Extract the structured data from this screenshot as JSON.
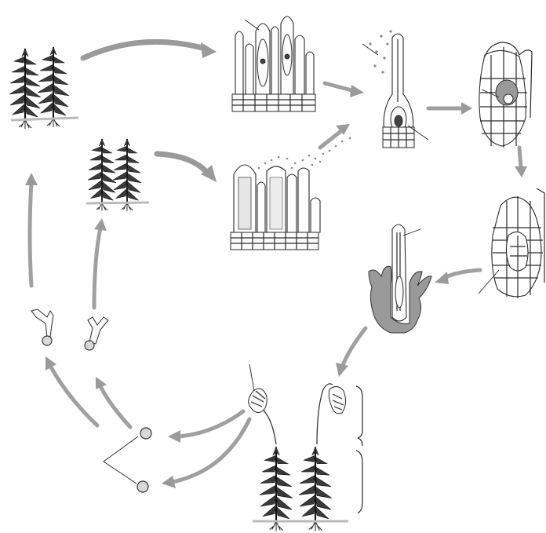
{
  "diagram": {
    "title": "",
    "labels": [],
    "stages": [
      "male-moss-plants",
      "female-moss-plants",
      "antheridia-cluster",
      "archegonia-cluster",
      "archegonium-fertilization",
      "zygote-in-archegonium",
      "embryo-in-archegonium",
      "young-sporophyte",
      "mature-sporophytes-on-gametophytes",
      "spores",
      "protonema"
    ],
    "colors": {
      "arrow": "#9a9a9a",
      "ink": "#2a2a2a",
      "dark": "#444444"
    }
  }
}
